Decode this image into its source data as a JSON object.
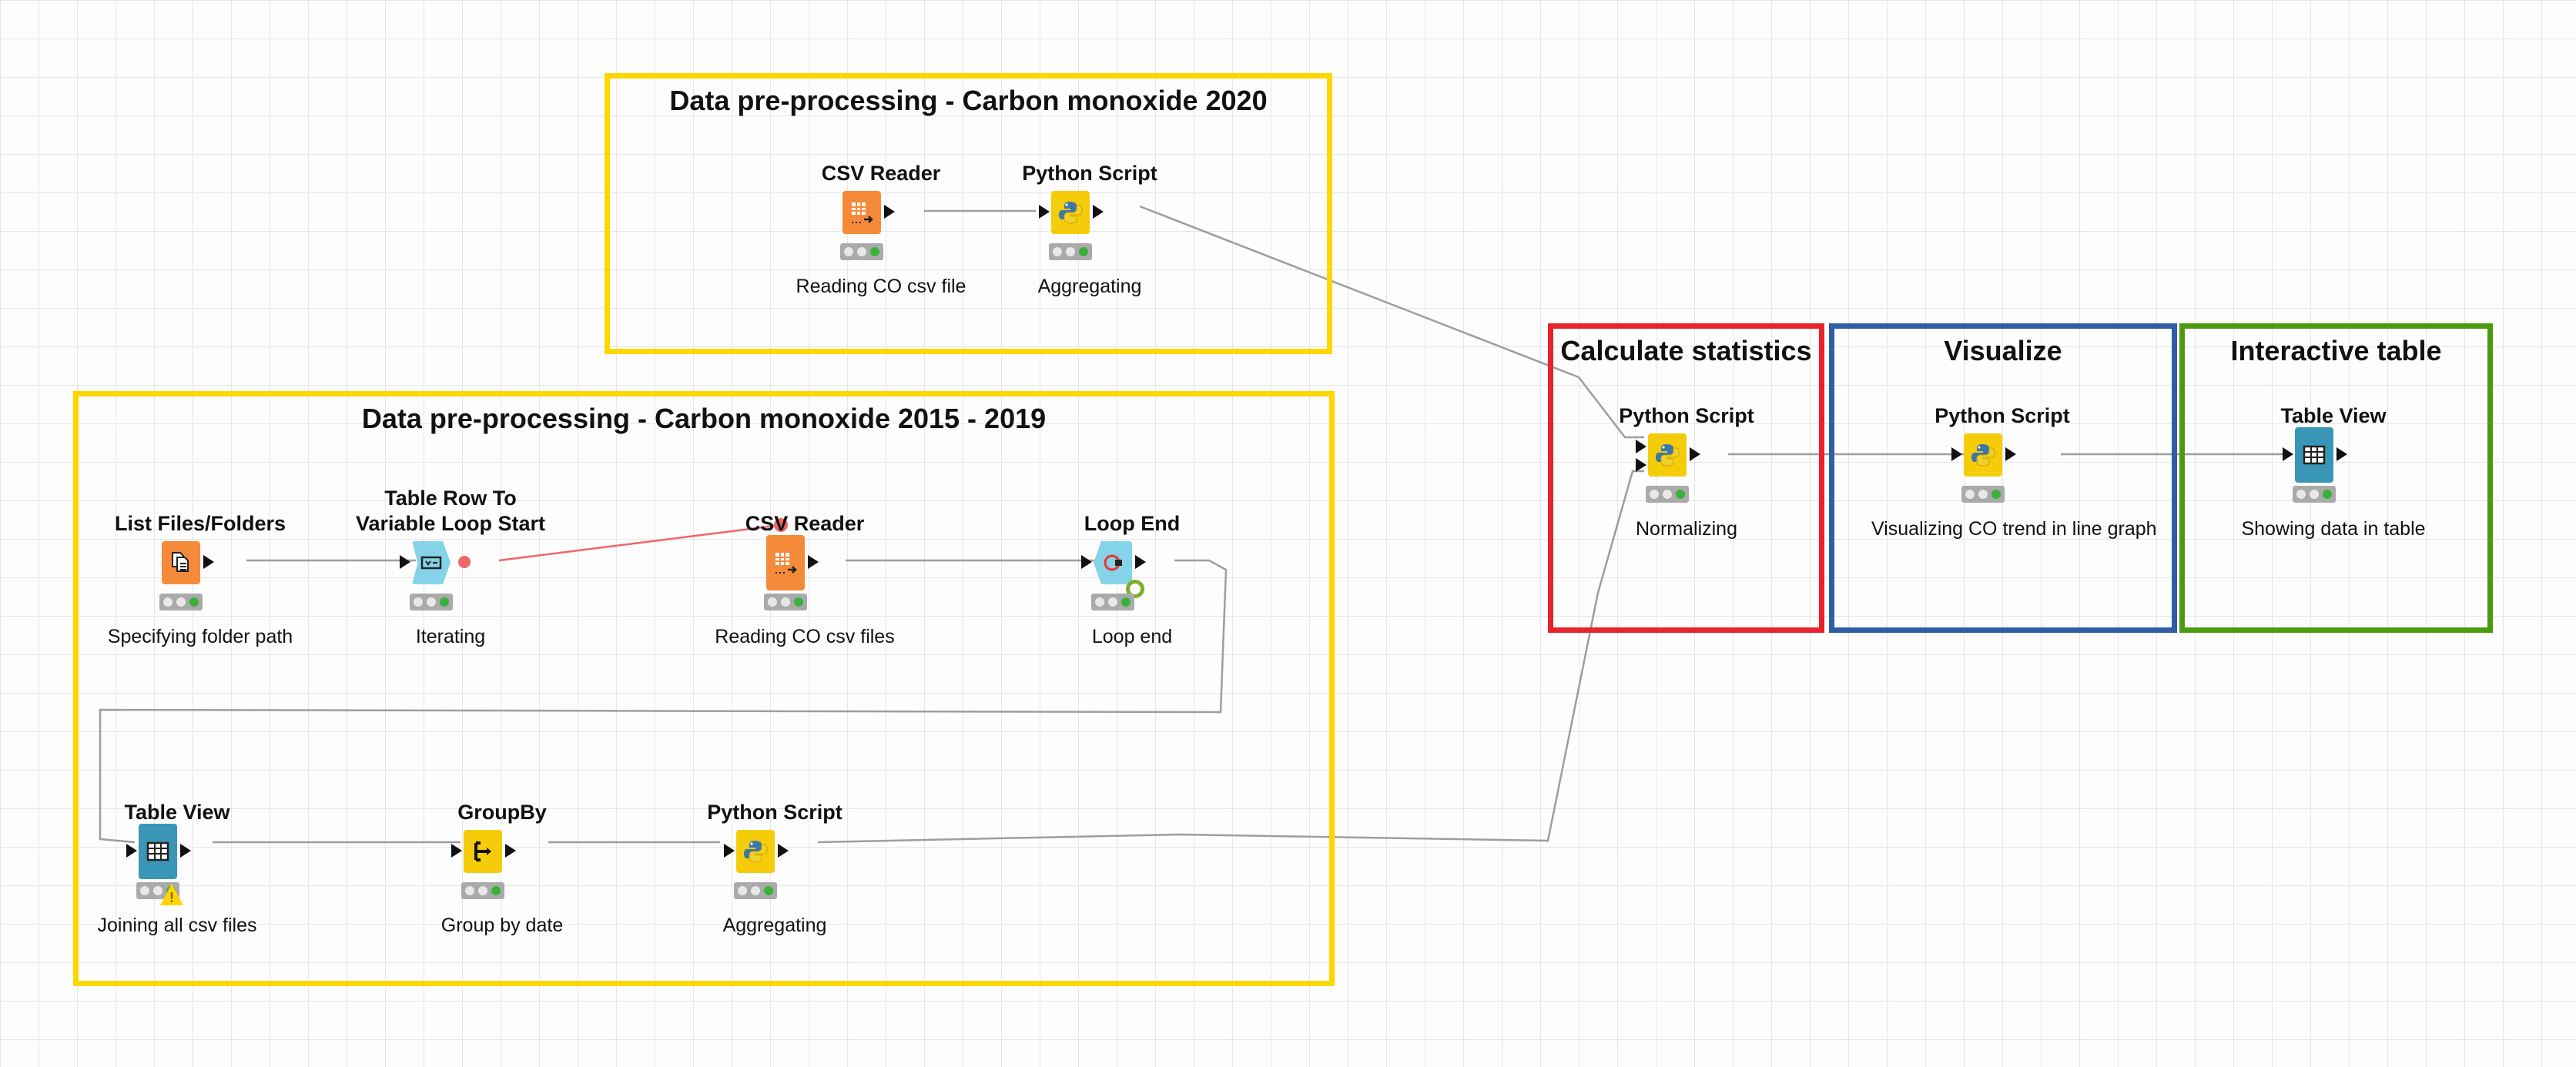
{
  "workflow": {
    "annotations": [
      {
        "id": "ann-co-2020",
        "title": "Data pre-processing - Carbon monoxide  2020",
        "color": "#ffd700"
      },
      {
        "id": "ann-co-2015",
        "title": "Data pre-processing - Carbon monoxide  2015 - 2019",
        "color": "#ffd700"
      },
      {
        "id": "ann-stats",
        "title": "Calculate statistics",
        "color": "#e8232b"
      },
      {
        "id": "ann-visualize",
        "title": "Visualize",
        "color": "#2f5da8"
      },
      {
        "id": "ann-interactive",
        "title": "Interactive table",
        "color": "#4e9a0f"
      }
    ],
    "nodes": [
      {
        "id": "csv-reader-2020",
        "title": "CSV Reader",
        "label": "Reading CO csv file",
        "icon": "csv-reader-icon",
        "color": "#f58b3a"
      },
      {
        "id": "python-script-2020",
        "title": "Python Script",
        "label": "Aggregating",
        "icon": "python-icon",
        "color": "#f5cc0a"
      },
      {
        "id": "list-files",
        "title": "List Files/Folders",
        "label": "Specifying folder path",
        "icon": "list-files-icon",
        "color": "#f58b3a"
      },
      {
        "id": "table-row-loop",
        "title": "Table Row To\nVariable Loop Start",
        "label": "Iterating",
        "icon": "loop-start-icon",
        "color": "#84d3e8"
      },
      {
        "id": "csv-reader-loop",
        "title": "CSV Reader",
        "label": "Reading CO csv files",
        "icon": "csv-reader-icon",
        "color": "#f58b3a"
      },
      {
        "id": "loop-end",
        "title": "Loop End",
        "label": "Loop end",
        "icon": "loop-end-icon",
        "color": "#84d3e8"
      },
      {
        "id": "table-view-join",
        "title": "Table View",
        "label": "Joining all csv files",
        "icon": "table-view-icon",
        "color": "#3a96b6"
      },
      {
        "id": "groupby",
        "title": "GroupBy",
        "label": "Group by date",
        "icon": "groupby-icon",
        "color": "#f5cc0a"
      },
      {
        "id": "python-script-agg",
        "title": "Python Script",
        "label": "Aggregating",
        "icon": "python-icon",
        "color": "#f5cc0a"
      },
      {
        "id": "python-script-norm",
        "title": "Python Script",
        "label": "Normalizing",
        "icon": "python-icon",
        "color": "#f5cc0a"
      },
      {
        "id": "python-script-vis",
        "title": "Python Script",
        "label": "Visualizing CO trend in line graph",
        "icon": "python-icon",
        "color": "#f5cc0a"
      },
      {
        "id": "table-view-final",
        "title": "Table View",
        "label": "Showing data in table",
        "icon": "table-view-icon",
        "color": "#3a96b6"
      }
    ]
  }
}
